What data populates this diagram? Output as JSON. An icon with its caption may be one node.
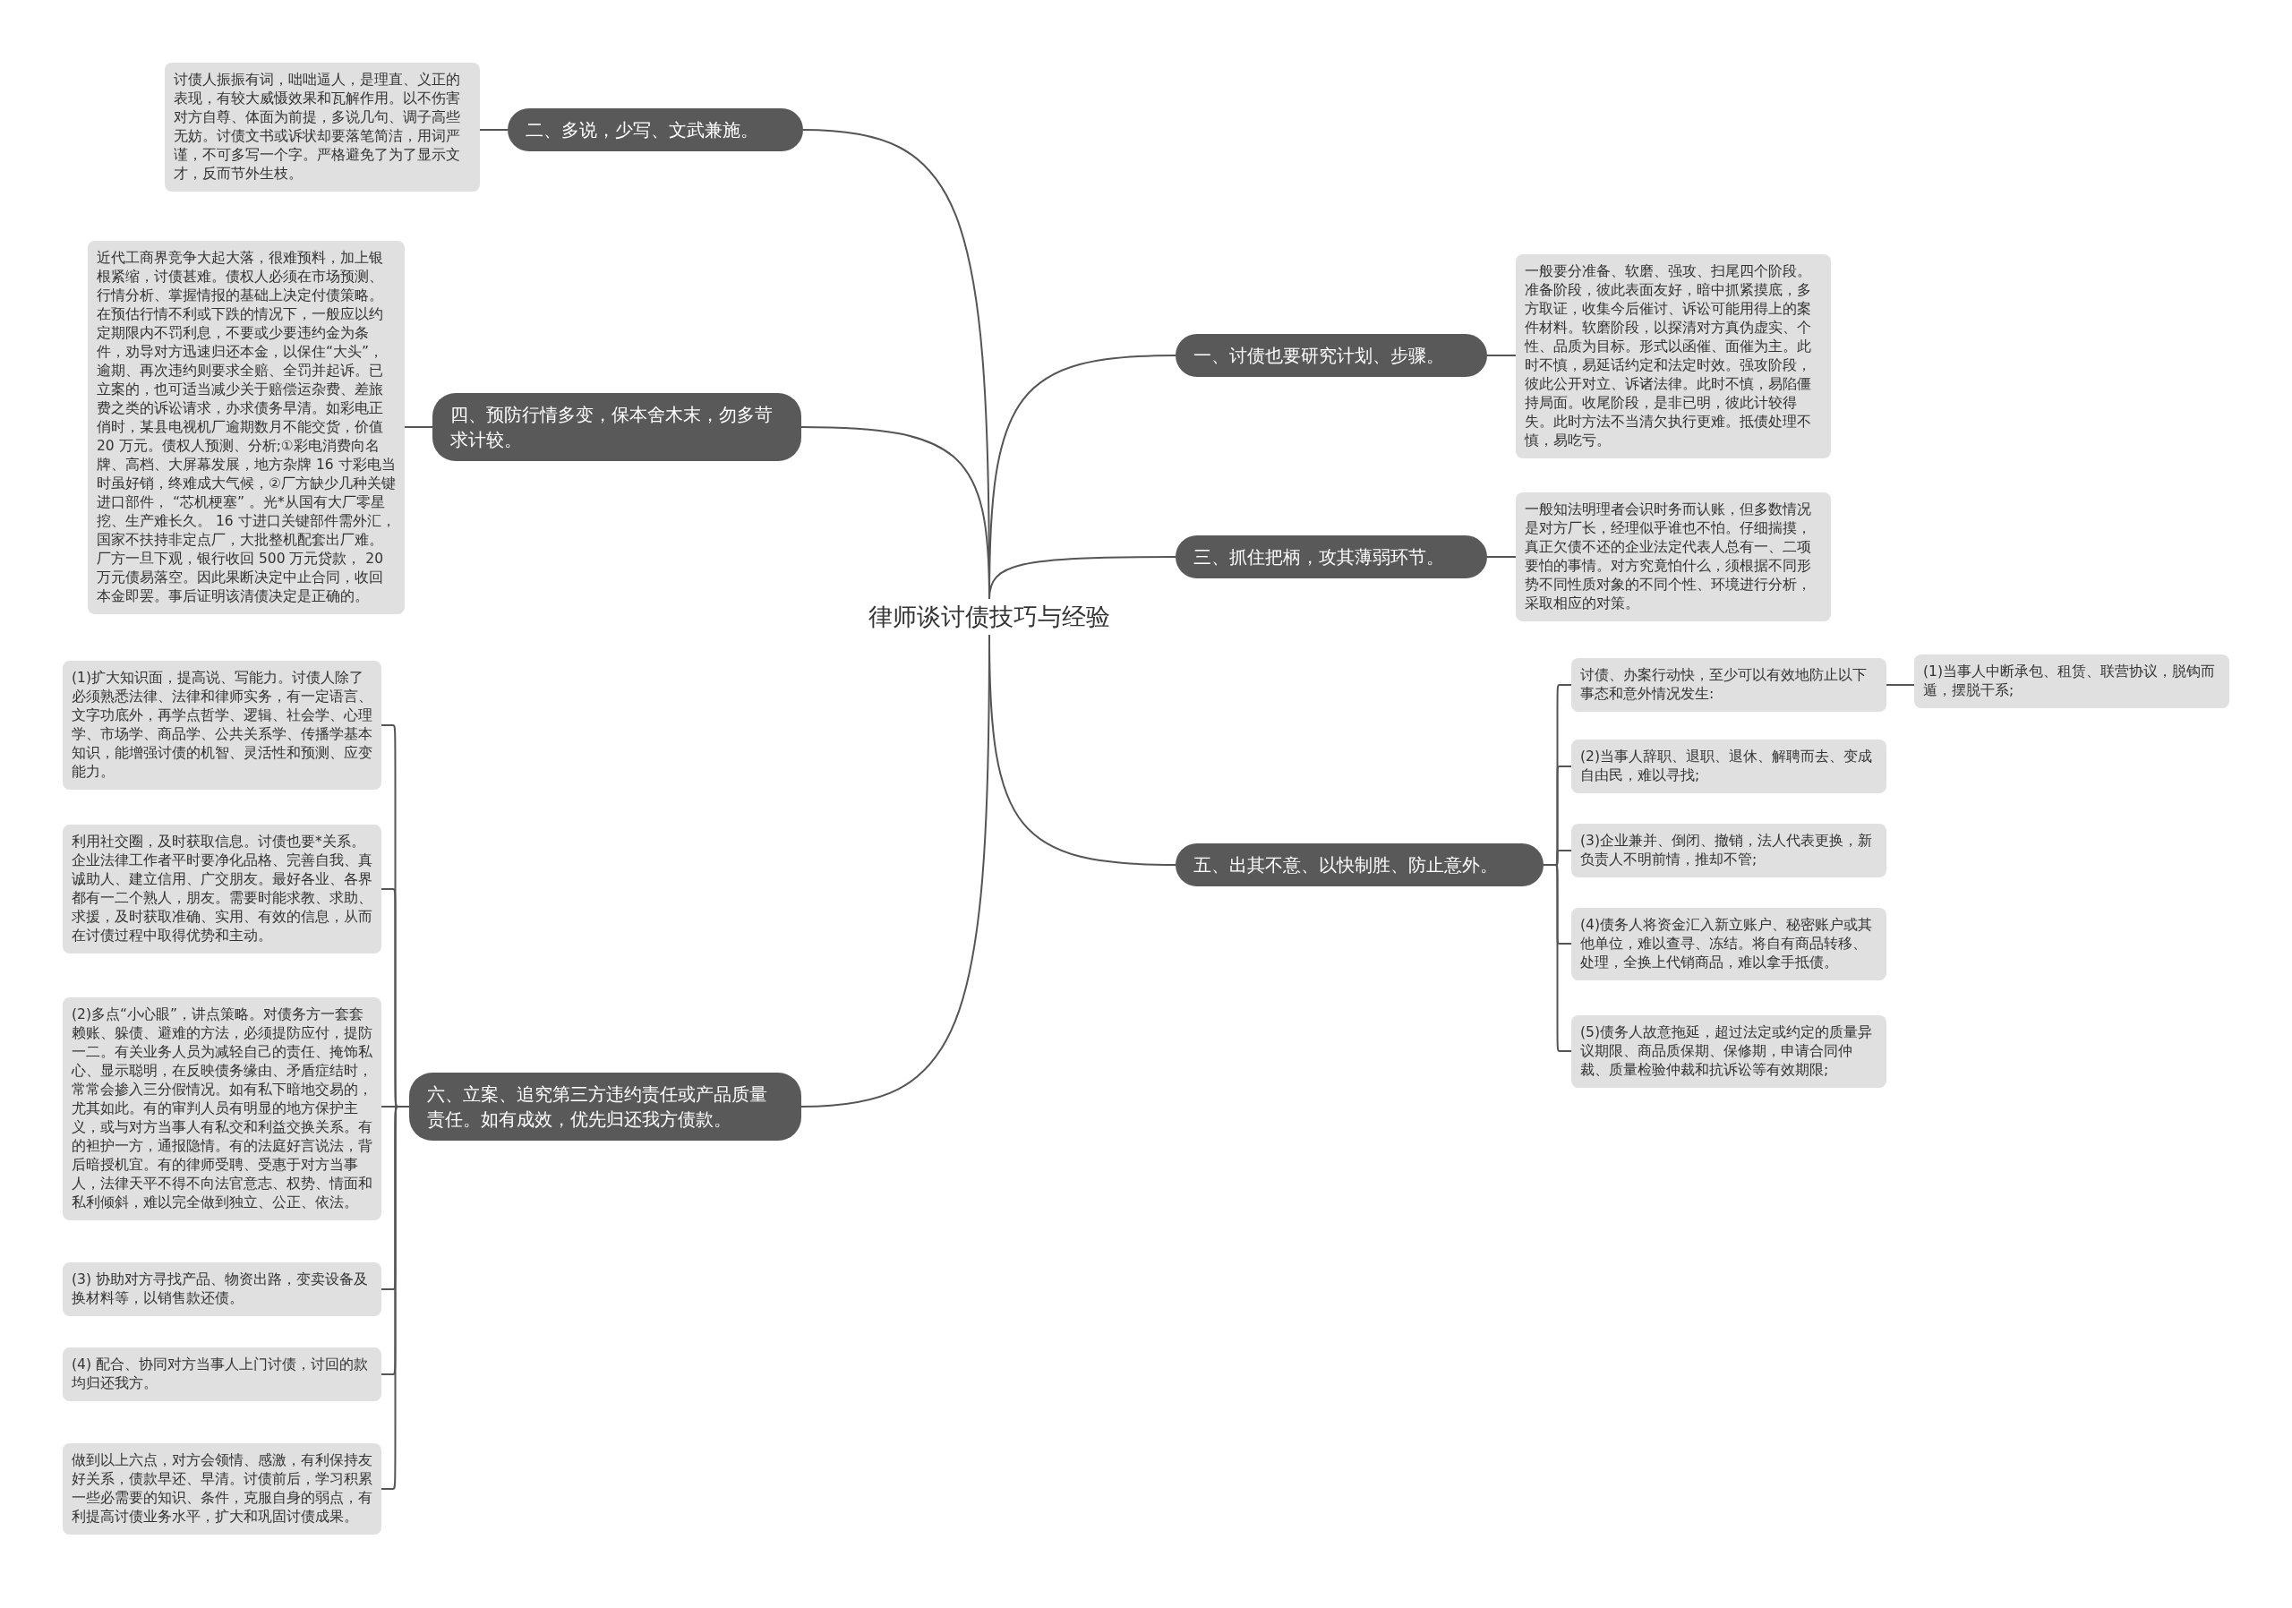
{
  "diagram": {
    "nodes": [
      {
        "text": [
          "律师谈讨债技巧与经验"
        ]
      },
      {
        "text": [
          "二、多说，少写、文武兼施。"
        ]
      },
      {
        "text": [
          "讨债人振振有词，咄咄逼人，是理直、义正的表现，有较大威慑效果和瓦解作用。以不伤害对方自尊、体面为前提，多说几句、调子高些无妨。讨债文书或诉状却要落笔简洁，用词严谨，不可多写一个字。严格避免了为了显示文才，反而节外生枝。"
        ]
      },
      {
        "text": [
          "一、讨债也要研究计划、步骤。"
        ]
      },
      {
        "text": [
          "一般要分准备、软磨、强攻、扫尾四个阶段。准备阶段，彼此表面友好，暗中抓紧摸底，多方取证，收集今后催讨、诉讼可能用得上的案件材料。软磨阶段，以探清对方真伪虚实、个性、品质为目标。形式以函催、面催为主。此时不慎，易延话约定和法定时效。强攻阶段，彼此公开对立、诉诸法律。此时不慎，易陷僵持局面。收尾阶段，是非已明，彼此计较得失。此时方法不当清欠执行更难。抵债处理不慎，易吃亏。"
        ]
      },
      {
        "text": [
          "四、预防行情多变，保本舍木末，勿多苛求计较。"
        ]
      },
      {
        "text": [
          "近代工商界竞争大起大落，很难预料，加上银根紧缩，讨债甚难。债权人必须在市场预测、行情分析、掌握情报的基础上决定付债策略。在预估行情不利或下跌的情况下，一般应以约定期限内不罚利息，不要或少要违约金为条件，劝导对方迅速归还本金，以保住“大头”，逾期、再次违约则要求全赔、全罚并起诉。已立案的，也可适当减少关于赔偿运杂费、差旅费之类的诉讼请求，办求债务早清。如彩电正俏时，某县电视机厂逾期数月不能交货，价值 20 万元。债权人预测、分析;①彩电消费向名牌、高档、大屏幕发展，地方杂牌 16 寸彩电当时虽好销，终难成大气候，②厂方缺少几种关键进口部件， “芯机梗塞” 。光*从国有大厂零星挖、生产难长久。 16 寸进口关键部件需外汇，国家不扶持非定点厂，大批整机配套出厂难。厂方一旦下观，银行收回 500 万元贷款， 20 万元债易落空。因此果断决定中止合同，收回本金即罢。事后证明该清债决定是正确的。"
        ]
      },
      {
        "text": [
          "三、抓住把柄，攻其薄弱环节。"
        ]
      },
      {
        "text": [
          "一般知法明理者会识时务而认账，但多数情况是对方厂长，经理似乎谁也不怕。仔细揣摸，真正欠债不还的企业法定代表人总有一、二项要怕的事情。对方究竟怕什么，须根据不同形势不同性质对象的不同个性、环境进行分析，采取相应的对策。"
        ]
      },
      {
        "text": [
          "五、出其不意、以快制胜、防止意外。"
        ]
      },
      {
        "text": [
          "讨债、办案行动快，至少可以有效地防止以下事态和意外情况发生:"
        ]
      },
      {
        "text": [
          "(1)当事人中断承包、租赁、联营协议，脱钩而遁，摆脱干系;"
        ]
      },
      {
        "text": [
          "(2)当事人辞职、退职、退休、解聘而去、变成自由民，难以寻找;"
        ]
      },
      {
        "text": [
          "(3)企业兼并、倒闭、撤销，法人代表更换，新负责人不明前情，推却不管;"
        ]
      },
      {
        "text": [
          "(4)债务人将资金汇入新立账户、秘密账户或其他单位，难以查寻、冻结。将自有商品转移、处理，全换上代销商品，难以拿手抵债。"
        ]
      },
      {
        "text": [
          "(5)债务人故意拖延，超过法定或约定的质量异议期限、商品质保期、保修期，申请合同仲裁、质量检验仲裁和抗诉讼等有效期限;"
        ]
      },
      {
        "text": [
          "六、立案、追究第三方违约责任或产品质量责任。如有成效，优先归还我方债款。"
        ]
      },
      {
        "text": [
          "(1)扩大知识面，提高说、写能力。讨债人除了必须熟悉法律、法律和律师实务，有一定语言、文字功底外，再学点哲学、逻辑、社会学、心理学、市场学、商品学、公共关系学、传播学基本知识，能增强讨债的机智、灵活性和预测、应变能力。"
        ]
      },
      {
        "text": [
          "利用社交圈，及时获取信息。讨债也要*关系。企业法律工作者平时要净化品格、完善自我、真诚助人、建立信用、广交朋友。最好各业、各界都有一二个熟人，朋友。需要时能求教、求助、求援，及时获取准确、实用、有效的信息，从而在讨债过程中取得优势和主动。"
        ]
      },
      {
        "text": [
          "(2)多点“小心眼”，讲点策略。对债务方一套套赖账、躲债、避难的方法，必须提防应付，提防一二。有关业务人员为减轻自己的责任、掩饰私心、显示聪明，在反映债务缘由、矛盾症结时，常常会掺入三分假情况。如有私下暗地交易的，尤其如此。有的审判人员有明显的地方保护主义，或与对方当事人有私交和利益交换关系。有的袒护一方，通报隐情。有的法庭好言说法，背后暗授机宜。有的律师受聘、受惠于对方当事人，法律天平不得不向法官意志、权势、情面和私利倾斜，难以完全做到独立、公正、依法。"
        ]
      },
      {
        "text": [
          "(3) 协助对方寻找产品、物资出路，变卖设备及换材料等，以销售款还债。"
        ]
      },
      {
        "text": [
          "(4) 配合、协同对方当事人上门讨债，讨回的款均归还我方。"
        ]
      },
      {
        "text": [
          "做到以上六点，对方会领情、感激，有利保持友好关系，债款早还、早清。讨债前后，学习积累一些必需要的知识、条件，克服自身的弱点，有利提高讨债业务水平，扩大和巩固讨债成果。"
        ]
      }
    ],
    "edges": [
      {
        "from": 0,
        "to": 1,
        "arrow": "none"
      },
      {
        "from": 1,
        "to": 2,
        "arrow": "none"
      },
      {
        "from": 0,
        "to": 3,
        "arrow": "none"
      },
      {
        "from": 3,
        "to": 4,
        "arrow": "none"
      },
      {
        "from": 0,
        "to": 5,
        "arrow": "none"
      },
      {
        "from": 5,
        "to": 6,
        "arrow": "none"
      },
      {
        "from": 0,
        "to": 7,
        "arrow": "none"
      },
      {
        "from": 7,
        "to": 8,
        "arrow": "none"
      },
      {
        "from": 0,
        "to": 9,
        "arrow": "none"
      },
      {
        "from": 9,
        "to": 10,
        "arrow": "none"
      },
      {
        "from": 10,
        "to": 11,
        "arrow": "none"
      },
      {
        "from": 9,
        "to": 12,
        "arrow": "none"
      },
      {
        "from": 9,
        "to": 13,
        "arrow": "none"
      },
      {
        "from": 9,
        "to": 14,
        "arrow": "none"
      },
      {
        "from": 9,
        "to": 15,
        "arrow": "none"
      },
      {
        "from": 0,
        "to": 16,
        "arrow": "none"
      },
      {
        "from": 16,
        "to": 17,
        "arrow": "none"
      },
      {
        "from": 16,
        "to": 18,
        "arrow": "none"
      },
      {
        "from": 16,
        "to": 19,
        "arrow": "none"
      },
      {
        "from": 16,
        "to": 20,
        "arrow": "none"
      },
      {
        "from": 16,
        "to": 21,
        "arrow": "none"
      },
      {
        "from": 16,
        "to": 22,
        "arrow": "none"
      }
    ]
  }
}
